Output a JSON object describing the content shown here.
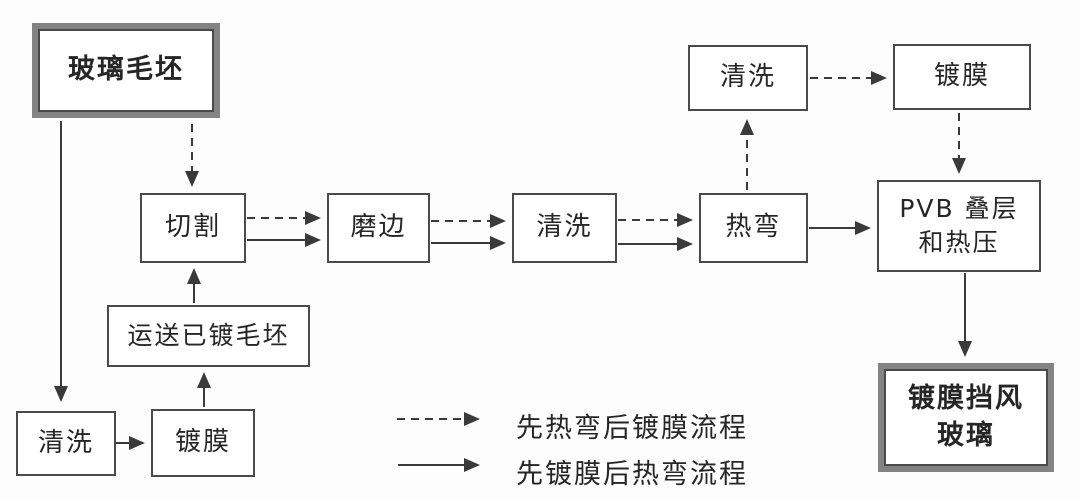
{
  "nodes": {
    "glass_blank": "玻璃毛坯",
    "cutting": "切割",
    "edging": "磨边",
    "washing_mid": "清洗",
    "hot_bending": "热弯",
    "pvb_line1": "PVB 叠层",
    "pvb_line2": "和热压",
    "washing_top": "清洗",
    "coating_top": "镀膜",
    "transport_coated_blank": "运送已镀毛坯",
    "washing_bottom": "清洗",
    "coating_bottom": "镀膜",
    "windshield_line1": "镀膜挡风",
    "windshield_line2": "玻璃"
  },
  "legend": {
    "dashed_route": "先热弯后镀膜流程",
    "solid_route": "先镀膜后热弯流程"
  },
  "colors": {
    "line": "#3a3a3a",
    "box_border": "#4a4a4a",
    "terminal_border": "#838383",
    "background": "#fdfdfd",
    "text": "#262626"
  }
}
